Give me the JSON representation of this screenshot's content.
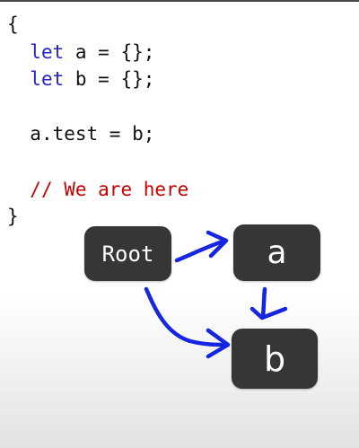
{
  "code": {
    "open_brace": "{",
    "line1_keyword": "let",
    "line1_rest": " a = {};",
    "line2_keyword": "let",
    "line2_rest": " b = {};",
    "line3": "a.test = b;",
    "comment": "// We are here",
    "close_brace": "}"
  },
  "diagram": {
    "nodes": {
      "root": "Root",
      "a": "a",
      "b": "b"
    },
    "edges": [
      {
        "from": "Root",
        "to": "a"
      },
      {
        "from": "a",
        "to": "b"
      },
      {
        "from": "Root",
        "to": "b"
      }
    ]
  },
  "colors": {
    "keyword": "#2323c8",
    "comment": "#c40000",
    "node_fill": "#363636",
    "arrow": "#1525e0"
  }
}
